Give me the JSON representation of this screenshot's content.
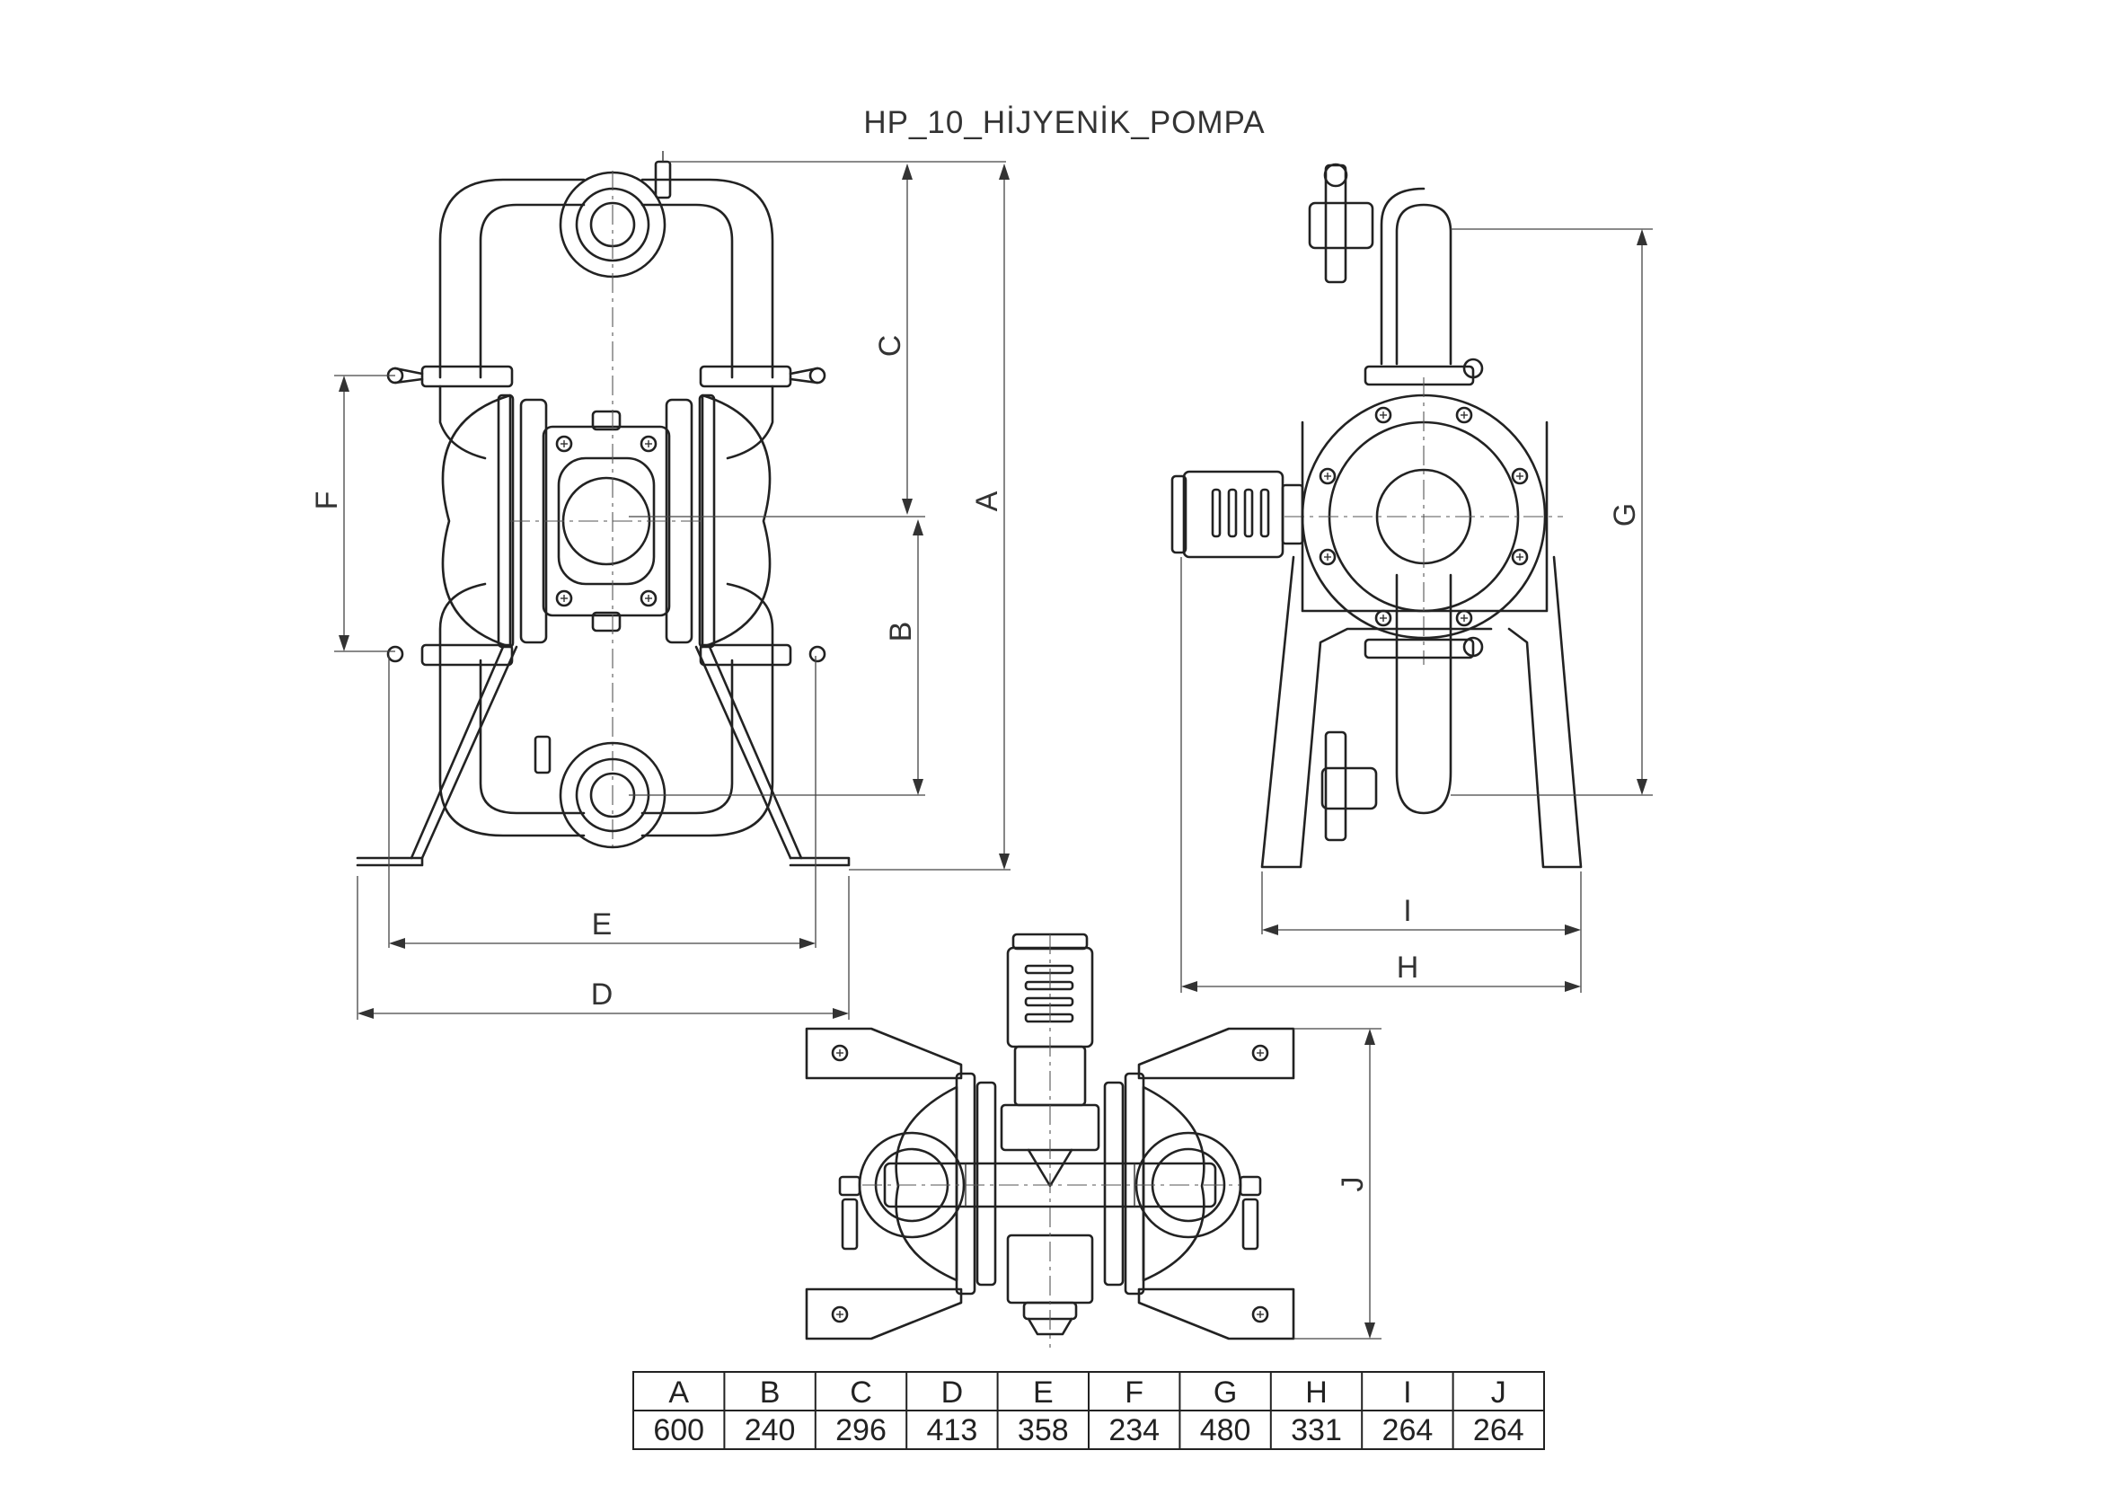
{
  "title": "HP_10_HİJYENİK_POMPA",
  "dimension_labels": {
    "A": "A",
    "B": "B",
    "C": "C",
    "D": "D",
    "E": "E",
    "F": "F",
    "G": "G",
    "H": "H",
    "I": "I",
    "J": "J"
  },
  "table": {
    "headers": [
      "A",
      "B",
      "C",
      "D",
      "E",
      "F",
      "G",
      "H",
      "I",
      "J"
    ],
    "values": [
      "600",
      "240",
      "296",
      "413",
      "358",
      "234",
      "480",
      "331",
      "264",
      "264"
    ]
  }
}
